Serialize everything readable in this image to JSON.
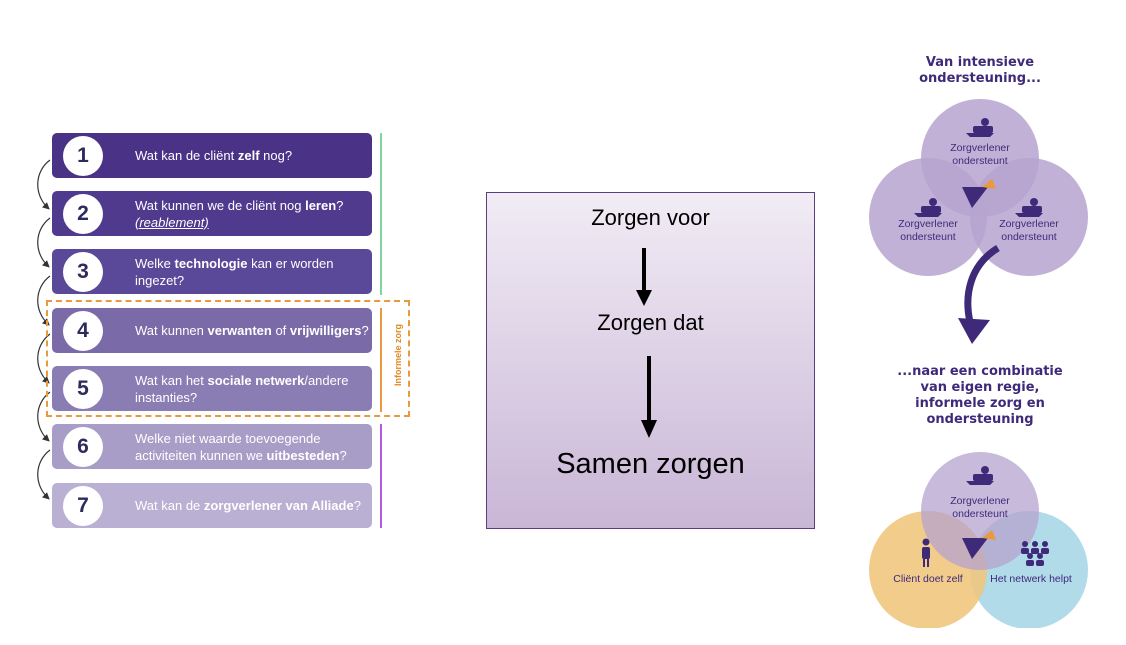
{
  "steps": [
    {
      "num": "1",
      "pre": "Wat kan de cliënt ",
      "b1": "zelf",
      "mid": " nog?",
      "b2": "",
      "post": "",
      "em": "",
      "color": "#4a3287"
    },
    {
      "num": "2",
      "pre": "Wat kunnen we de cliënt nog ",
      "b1": "leren",
      "mid": "? ",
      "b2": "",
      "post": "",
      "em": "(reablement)",
      "color": "#4f3a8e"
    },
    {
      "num": "3",
      "pre": "Welke ",
      "b1": "technologie",
      "mid": " kan er worden ingezet?",
      "b2": "",
      "post": "",
      "em": "",
      "color": "#5a4898"
    },
    {
      "num": "4",
      "pre": "Wat kunnen ",
      "b1": "verwanten",
      "mid": " of ",
      "b2": "vrijwilligers",
      "post": "?",
      "em": "",
      "color": "#7a6aa8"
    },
    {
      "num": "5",
      "pre": "Wat kan het ",
      "b1": "sociale netwerk",
      "mid": "/andere instanties?",
      "b2": "",
      "post": "",
      "em": "",
      "color": "#8a7db3"
    },
    {
      "num": "6",
      "pre": "Welke niet waarde toevoegende activiteiten kunnen we ",
      "b1": "uitbesteden",
      "mid": "?",
      "b2": "",
      "post": "",
      "em": "",
      "color": "#a79dc6"
    },
    {
      "num": "7",
      "pre": "Wat kan de ",
      "b1": "zorgverlener van Alliade",
      "mid": "?",
      "b2": "",
      "post": "",
      "em": "",
      "color": "#b9b0d3"
    }
  ],
  "informele_label": "Informele zorg",
  "middle": {
    "line1": "Zorgen voor",
    "line2": "Zorgen dat",
    "line3": "Samen zorgen"
  },
  "right": {
    "top_caption": "Van intensieve ondersteuning...",
    "top_circles": [
      "Zorgverlener ondersteunt",
      "Zorgverlener ondersteunt",
      "Zorgverlener ondersteunt"
    ],
    "bottom_caption": "...naar een combinatie van eigen regie, informele zorg en ondersteuning",
    "bottom_circles": [
      "Zorgverlener ondersteunt",
      "Cliënt doet zelf",
      "Het netwerk helpt"
    ]
  },
  "colors": {
    "purple_dark": "#4a3287",
    "lilac": "#b6a3cf",
    "orange": "#e89a3c",
    "lightblue": "#a9d7e6",
    "navy": "#3f2a7a",
    "green_bar": "#7fd6a0",
    "violet_bar": "#b25ae0"
  }
}
